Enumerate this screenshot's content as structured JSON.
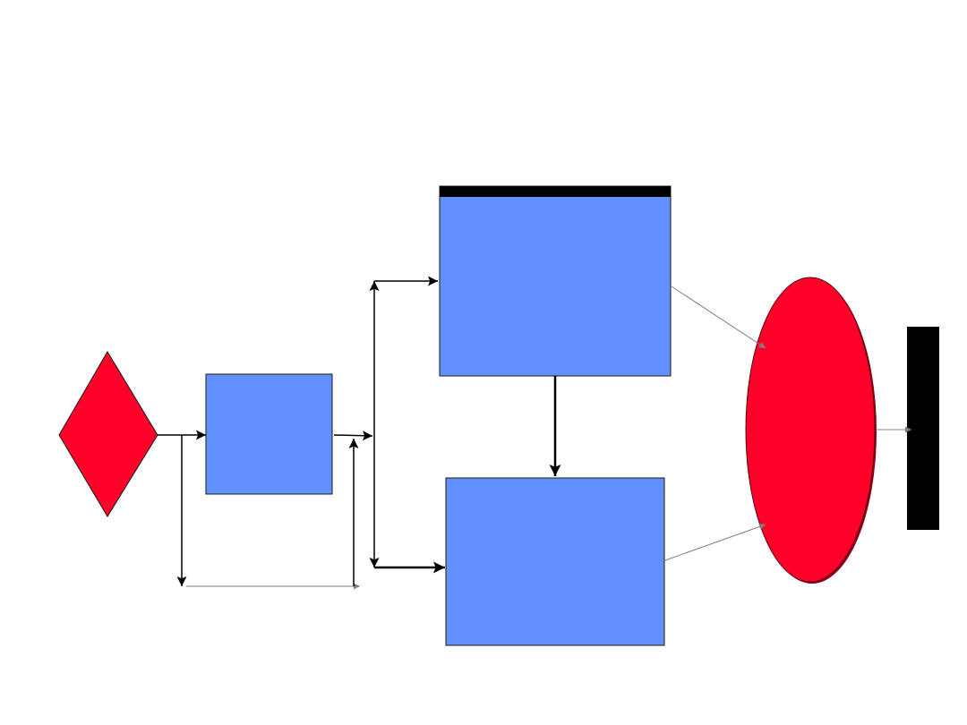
{
  "diagram": {
    "background": "#ffffff",
    "nodes": [
      {
        "id": "decision-diamond",
        "shape": "diamond",
        "fill": "#ff0029",
        "label": ""
      },
      {
        "id": "process-box-small",
        "shape": "rectangle",
        "fill": "#6290ff",
        "label": ""
      },
      {
        "id": "process-box-top",
        "shape": "rectangle",
        "fill": "#6290ff",
        "label": "",
        "header_bar_color": "#000000"
      },
      {
        "id": "process-box-bottom",
        "shape": "rectangle",
        "fill": "#6290ff",
        "label": ""
      },
      {
        "id": "terminal-ellipse",
        "shape": "ellipse",
        "fill": "#ff0029",
        "label": ""
      },
      {
        "id": "end-bar",
        "shape": "rectangle",
        "fill": "#000000",
        "label": ""
      }
    ],
    "connectors": [
      {
        "from": "decision-diamond",
        "to": "process-box-small",
        "color": "#000000"
      },
      {
        "from": "decision-diamond",
        "to": "loop-bottom",
        "color": "#000000"
      },
      {
        "from": "loop-bottom",
        "to": "junction",
        "color": "#808080"
      },
      {
        "from": "loop-riser",
        "to": "junction",
        "color": "#000000"
      },
      {
        "from": "process-box-small",
        "to": "junction",
        "color": "#000000"
      },
      {
        "from": "junction",
        "to": "process-box-top",
        "color": "#000000"
      },
      {
        "from": "junction",
        "to": "process-box-bottom",
        "color": "#000000"
      },
      {
        "from": "process-box-top",
        "to": "process-box-bottom",
        "color": "#000000"
      },
      {
        "from": "process-box-top",
        "to": "terminal-ellipse",
        "color": "#808080"
      },
      {
        "from": "process-box-bottom",
        "to": "terminal-ellipse",
        "color": "#808080"
      },
      {
        "from": "terminal-ellipse",
        "to": "end-bar",
        "color": "#808080"
      }
    ]
  }
}
